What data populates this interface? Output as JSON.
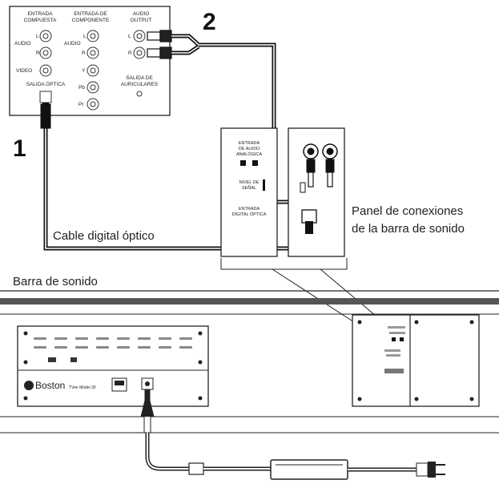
{
  "steps": {
    "step1": "1",
    "step2": "2"
  },
  "labels": {
    "optical_cable": "Cable digital óptico",
    "panel_line1": "Panel de conexiones",
    "panel_line2": "de la barra de sonido",
    "soundbar": "Barra de sonido"
  },
  "tv_panel": {
    "composite_line1": "ENTRADA",
    "composite_line2": "COMPUESTA",
    "component_line1": "ENTRADA DE",
    "component_line2": "COMPONENTE",
    "audio_out_line1": "AUDIO",
    "audio_out_line2": "OUTPUT",
    "audio_left": "AUDIO",
    "audio_left2": "AUDIO",
    "video": "VIDEO",
    "optical_out": "SALIDA ÓPTICA",
    "headphones_line1": "SALIDA DE",
    "headphones_line2": "AURICULARES",
    "ch_l": "L",
    "ch_r": "R",
    "y": "Y",
    "pb": "Pb",
    "pr": "Pr"
  },
  "soundbar_panel": {
    "analog_in_line1": "ENTRADA",
    "analog_in_line2": "DE AUDIO",
    "analog_in_line3": "ANALÓGICA",
    "level_line1": "NIVEL DE",
    "level_line2": "SEÑAL",
    "digital_in_line1": "ENTRADA",
    "digital_in_line2": "DIGITAL ÓPTICA"
  },
  "brand": {
    "name": "Boston",
    "model": "TVee Model 30"
  }
}
